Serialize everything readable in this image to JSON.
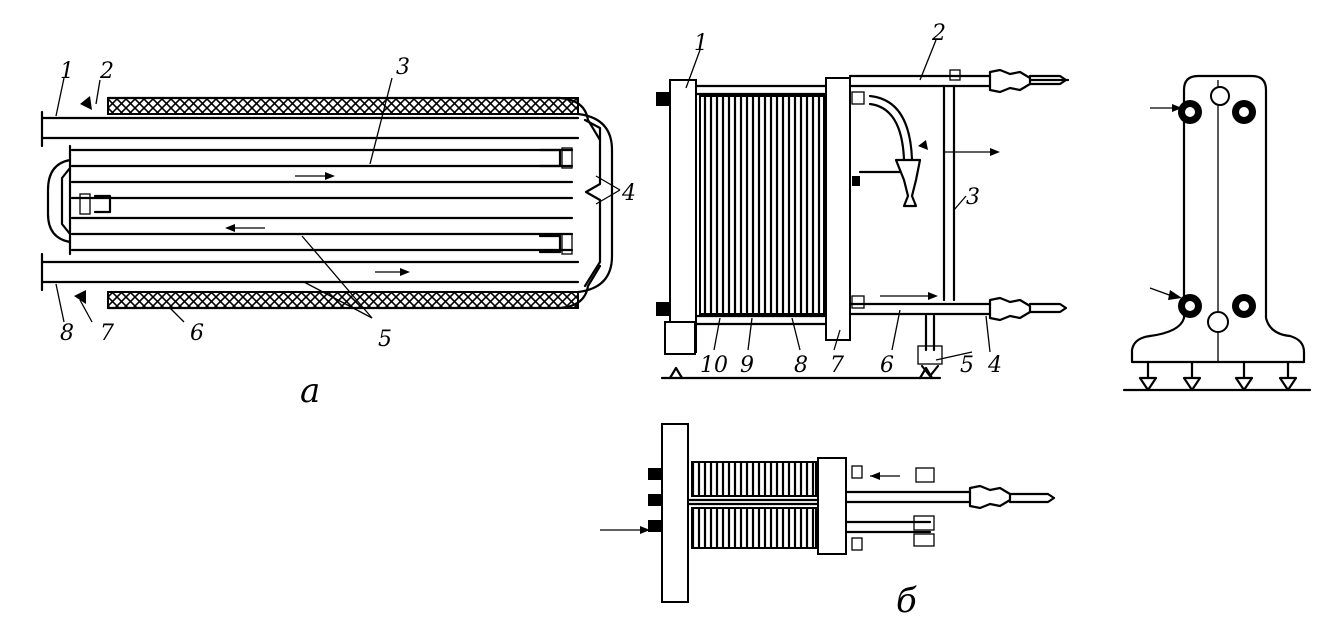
{
  "figure_a": {
    "caption": "а",
    "labels": [
      "1",
      "2",
      "3",
      "4",
      "5",
      "6",
      "7",
      "8"
    ]
  },
  "figure_b": {
    "caption": "б",
    "labels": [
      "1",
      "2",
      "3",
      "4",
      "5",
      "6",
      "7",
      "8",
      "9",
      "10"
    ]
  }
}
